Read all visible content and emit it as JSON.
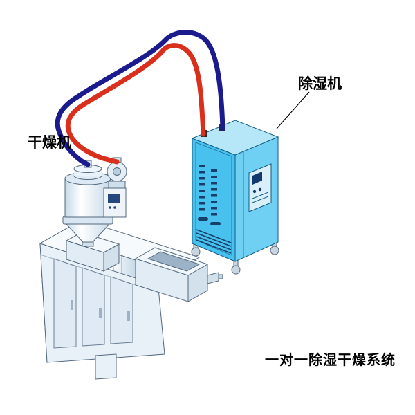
{
  "labels": {
    "dryer": "干燥机",
    "dehumidifier": "除湿机",
    "caption": "一对一除湿干燥系统"
  },
  "colors": {
    "pipe_red": "#d9301d",
    "pipe_navy": "#1b1b8d",
    "cabinet_front": "#49c1ee",
    "cabinet_side": "#6fd0f3",
    "cabinet_top": "#b5e7f8",
    "cabinet_outline": "#135a80",
    "vent_slot": "#16406a",
    "machine_outline": "#54687c",
    "machine_front": "#e9f1f8",
    "machine_top": "#f6fafd",
    "machine_side": "#dbe7f1"
  }
}
